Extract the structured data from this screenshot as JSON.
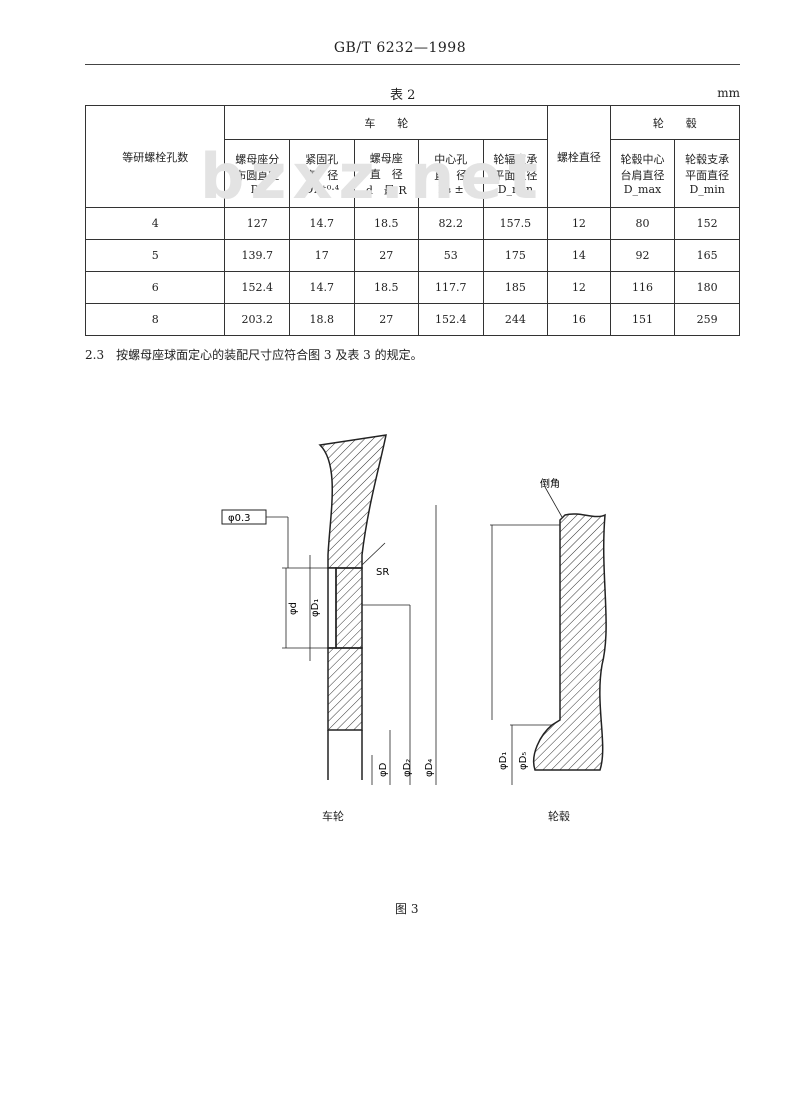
{
  "header": {
    "title": "GB/T 6232—1998"
  },
  "table": {
    "caption": "表 2",
    "unit": "mm",
    "group_wheel": "车　　轮",
    "group_hub": "轮　　毂",
    "col_holes": "等研螺栓孔数",
    "col_bolt": "螺栓直径",
    "col_wheel": [
      {
        "l1": "螺母座分",
        "l2": "布圆直径",
        "l3": "D₂"
      },
      {
        "l1": "紧固孔",
        "l2": "直　径",
        "l3": "D₁ ⁺⁰·⁴"
      },
      {
        "l1": "螺母座",
        "l2": "直　径",
        "l3": "d　最 R"
      },
      {
        "l1": "中心孔",
        "l2": "直　径",
        "l3": "D₃ ±"
      },
      {
        "l1": "轮辐支承",
        "l2": "平面直径",
        "l3": "D_min"
      }
    ],
    "col_hub": [
      {
        "l1": "轮毂中心",
        "l2": "台肩直径",
        "l3": "D_max"
      },
      {
        "l1": "轮毂支承",
        "l2": "平面直径",
        "l3": "D_min"
      }
    ],
    "rows": [
      [
        "4",
        "127",
        "14.7",
        "18.5",
        "82.2",
        "157.5",
        "12",
        "80",
        "152"
      ],
      [
        "5",
        "139.7",
        "17",
        "27",
        "53",
        "175",
        "14",
        "92",
        "165"
      ],
      [
        "6",
        "152.4",
        "14.7",
        "18.5",
        "117.7",
        "185",
        "12",
        "116",
        "180"
      ],
      [
        "8",
        "203.2",
        "18.8",
        "27",
        "152.4",
        "244",
        "16",
        "151",
        "259"
      ]
    ]
  },
  "watermark": "bzxz.net",
  "clause": "2.3　按螺母座球面定心的装配尺寸应符合图 3 及表 3 的规定。",
  "figure": {
    "tolerance": "φ0.3",
    "wheel_label": "车轮",
    "hub_label": "轮毂",
    "chamfer_label": "倒角",
    "sr_label": "SR",
    "dim_d": "φd",
    "dim_d1": "φD₁",
    "dim_d2": "φD₂",
    "dim_d3": "φD",
    "dim_d4": "φD₄",
    "dim_hub1": "φD₅",
    "caption": "图 3"
  }
}
